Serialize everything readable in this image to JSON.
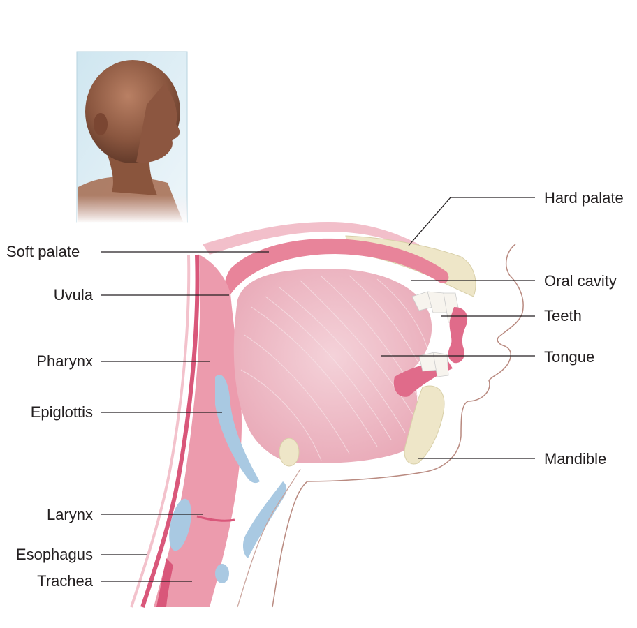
{
  "labels": {
    "hard_palate": "Hard palate",
    "soft_palate": "Soft palate",
    "oral_cavity": "Oral cavity",
    "uvula": "Uvula",
    "teeth": "Teeth",
    "pharynx": "Pharynx",
    "tongue": "Tongue",
    "epiglottis": "Epiglottis",
    "mandible": "Mandible",
    "larynx": "Larynx",
    "esophagus": "Esophagus",
    "trachea": "Trachea"
  },
  "colors": {
    "tissue_pink": "#e8849a",
    "tissue_dark": "#d9577a",
    "tongue_fill": "#f1c4ce",
    "bone": "#eee6c8",
    "cartilage_blue": "#a9c9e2",
    "skin_outline": "#b98a80"
  }
}
